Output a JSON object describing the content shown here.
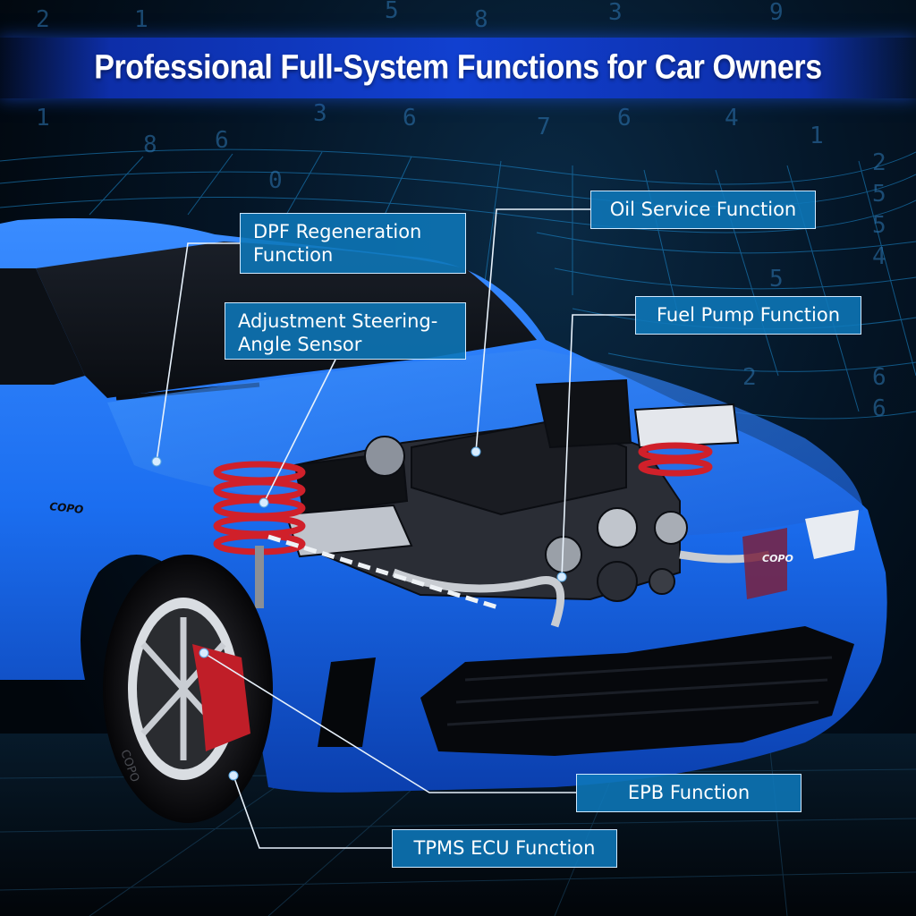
{
  "banner": {
    "title": "Professional Full-System Functions for Car Owners"
  },
  "callouts": {
    "dpf": {
      "line1": "DPF Regeneration",
      "line2": "Function"
    },
    "steering": {
      "line1": "Adjustment Steering-",
      "line2": "Angle Sensor"
    },
    "oil": {
      "label": "Oil Service Function"
    },
    "fuel": {
      "label": "Fuel Pump Function"
    },
    "epb": {
      "label": "EPB Function"
    },
    "tpms": {
      "label": "TPMS ECU Function"
    }
  },
  "badges": {
    "side": "COPO",
    "grille": "COPO",
    "tire": "COPO"
  },
  "colors": {
    "car_body": "#1b6ef0",
    "callout_fill": "#0e78ba",
    "banner": "#1140d0",
    "spring": "#d0202a"
  }
}
